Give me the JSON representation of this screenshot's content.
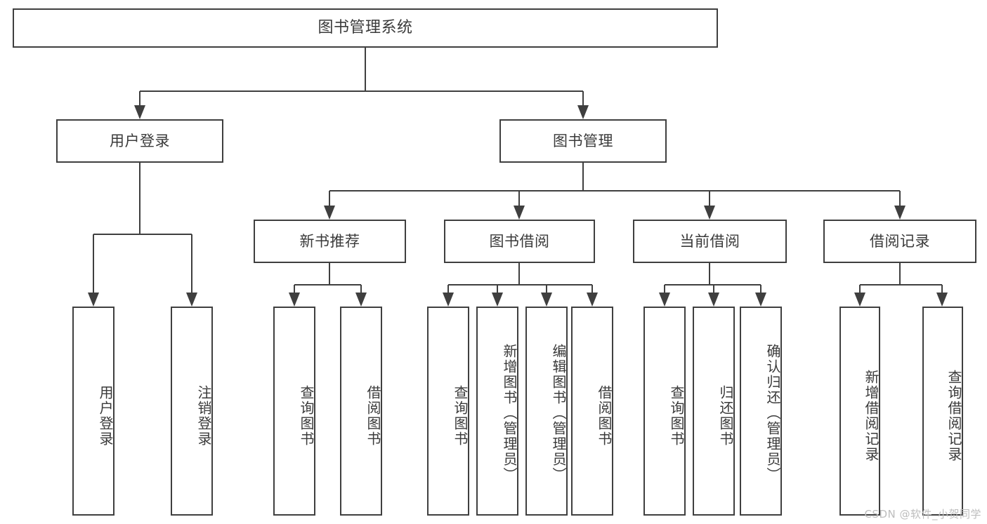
{
  "diagram": {
    "type": "tree-hierarchy-chart",
    "title": "图书管理系统",
    "root": {
      "label": "图书管理系统"
    },
    "level2": [
      {
        "id": "user-login",
        "label": "用户登录"
      },
      {
        "id": "book-manage",
        "label": "图书管理"
      }
    ],
    "level3": [
      {
        "id": "new-book-recommend",
        "label": "新书推荐",
        "parent": "book-manage"
      },
      {
        "id": "book-borrow",
        "label": "图书借阅",
        "parent": "book-manage"
      },
      {
        "id": "current-borrow",
        "label": "当前借阅",
        "parent": "book-manage"
      },
      {
        "id": "borrow-record",
        "label": "借阅记录",
        "parent": "book-manage"
      }
    ],
    "leaves": [
      {
        "id": "leaf-user-login",
        "label": "用户登录",
        "parent": "user-login"
      },
      {
        "id": "leaf-user-logout",
        "label": "注销登录",
        "parent": "user-login"
      },
      {
        "id": "leaf-query-book-1",
        "label": "查询图书",
        "parent": "new-book-recommend"
      },
      {
        "id": "leaf-borrow-book-1",
        "label": "借阅图书",
        "parent": "new-book-recommend"
      },
      {
        "id": "leaf-query-book-2",
        "label": "查询图书",
        "parent": "book-borrow"
      },
      {
        "id": "leaf-add-book",
        "label": "新增图书（管理员）",
        "parent": "book-borrow"
      },
      {
        "id": "leaf-edit-book",
        "label": "编辑图书（管理员）",
        "parent": "book-borrow"
      },
      {
        "id": "leaf-borrow-book-2",
        "label": "借阅图书",
        "parent": "book-borrow"
      },
      {
        "id": "leaf-query-book-3",
        "label": "查询图书",
        "parent": "current-borrow"
      },
      {
        "id": "leaf-return-book",
        "label": "归还图书",
        "parent": "current-borrow"
      },
      {
        "id": "leaf-confirm-return",
        "label": "确认归还（管理员）",
        "parent": "current-borrow"
      },
      {
        "id": "leaf-add-borrow-record",
        "label": "新增借阅记录",
        "parent": "borrow-record"
      },
      {
        "id": "leaf-query-borrow-record",
        "label": "查询借阅记录",
        "parent": "borrow-record"
      }
    ],
    "watermark": "CSDN @软件_小贺同学",
    "colors": {
      "stroke": "#3f3f3f",
      "text": "#3a3a3a",
      "background": "#ffffff",
      "watermark": "#bdbdbd"
    }
  }
}
